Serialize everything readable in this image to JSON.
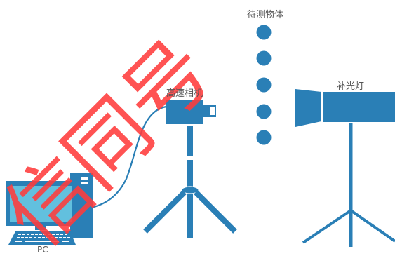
{
  "labels": {
    "objects": "待测物体",
    "camera": "高速相机",
    "light": "补光灯",
    "pc": "PC"
  },
  "watermark": {
    "text": "信同号"
  },
  "colors": {
    "primary": "#2a7fb6",
    "dark": "#1f6ea3",
    "screen": "#62c0de",
    "watermark": "#ff3b3b"
  },
  "objects": {
    "count": 5
  }
}
